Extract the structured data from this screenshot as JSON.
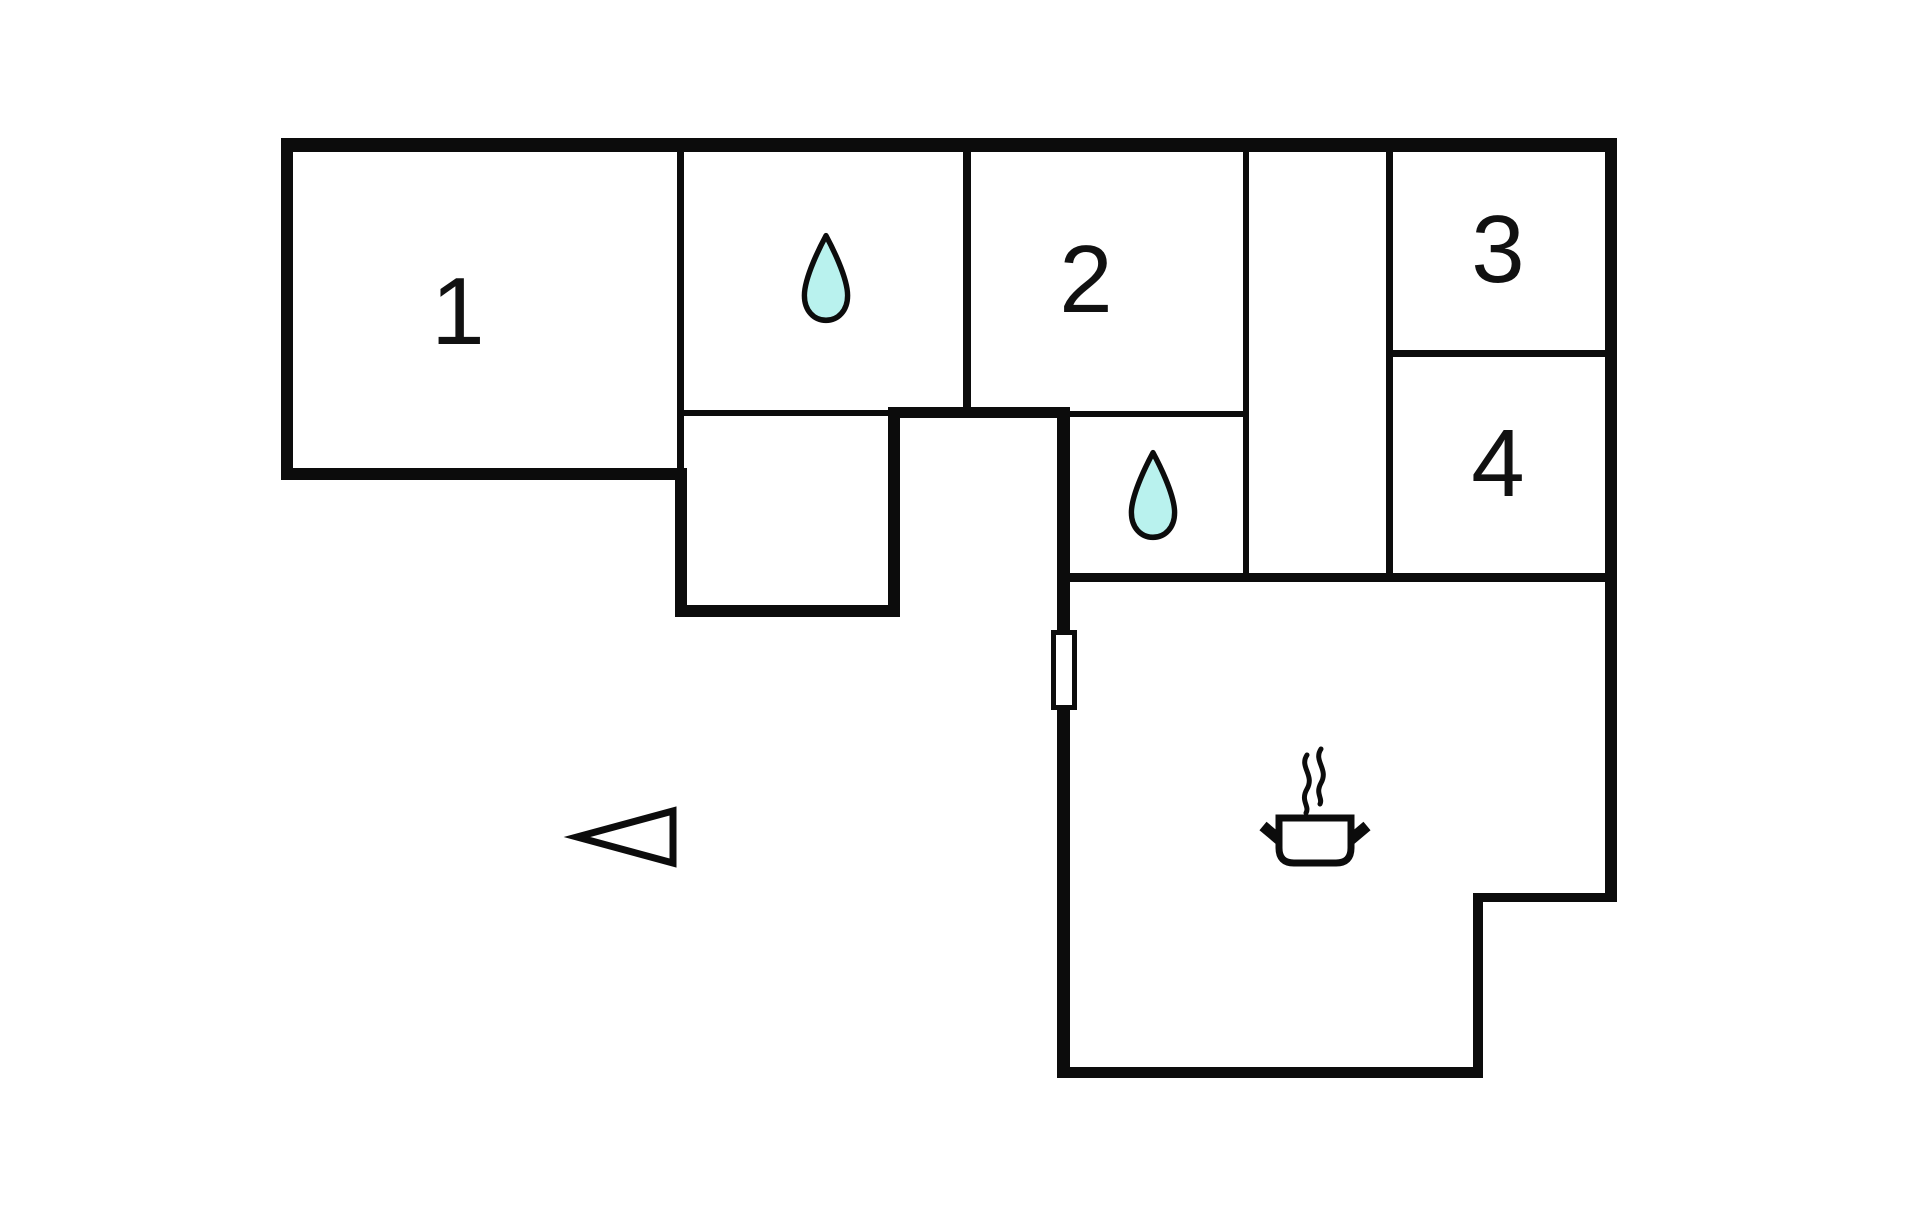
{
  "page": {
    "title": "Floor plan"
  },
  "colors": {
    "background": "#ffffff",
    "wall": "#0c0c0c",
    "water_drop_fill": "#b9f2ee",
    "icon_outline": "#0c0c0c",
    "door_fill": "#ffffff"
  },
  "rooms": [
    {
      "label": "1"
    },
    {
      "label": "2"
    },
    {
      "label": "3"
    },
    {
      "label": "4"
    }
  ],
  "icons": {
    "bathroom_top": "water-drop-icon",
    "bathroom_lower": "water-drop-icon",
    "kitchen": "cooking-pot-icon",
    "entrance": "left-arrow-icon",
    "wall_opening": "door-marker"
  }
}
